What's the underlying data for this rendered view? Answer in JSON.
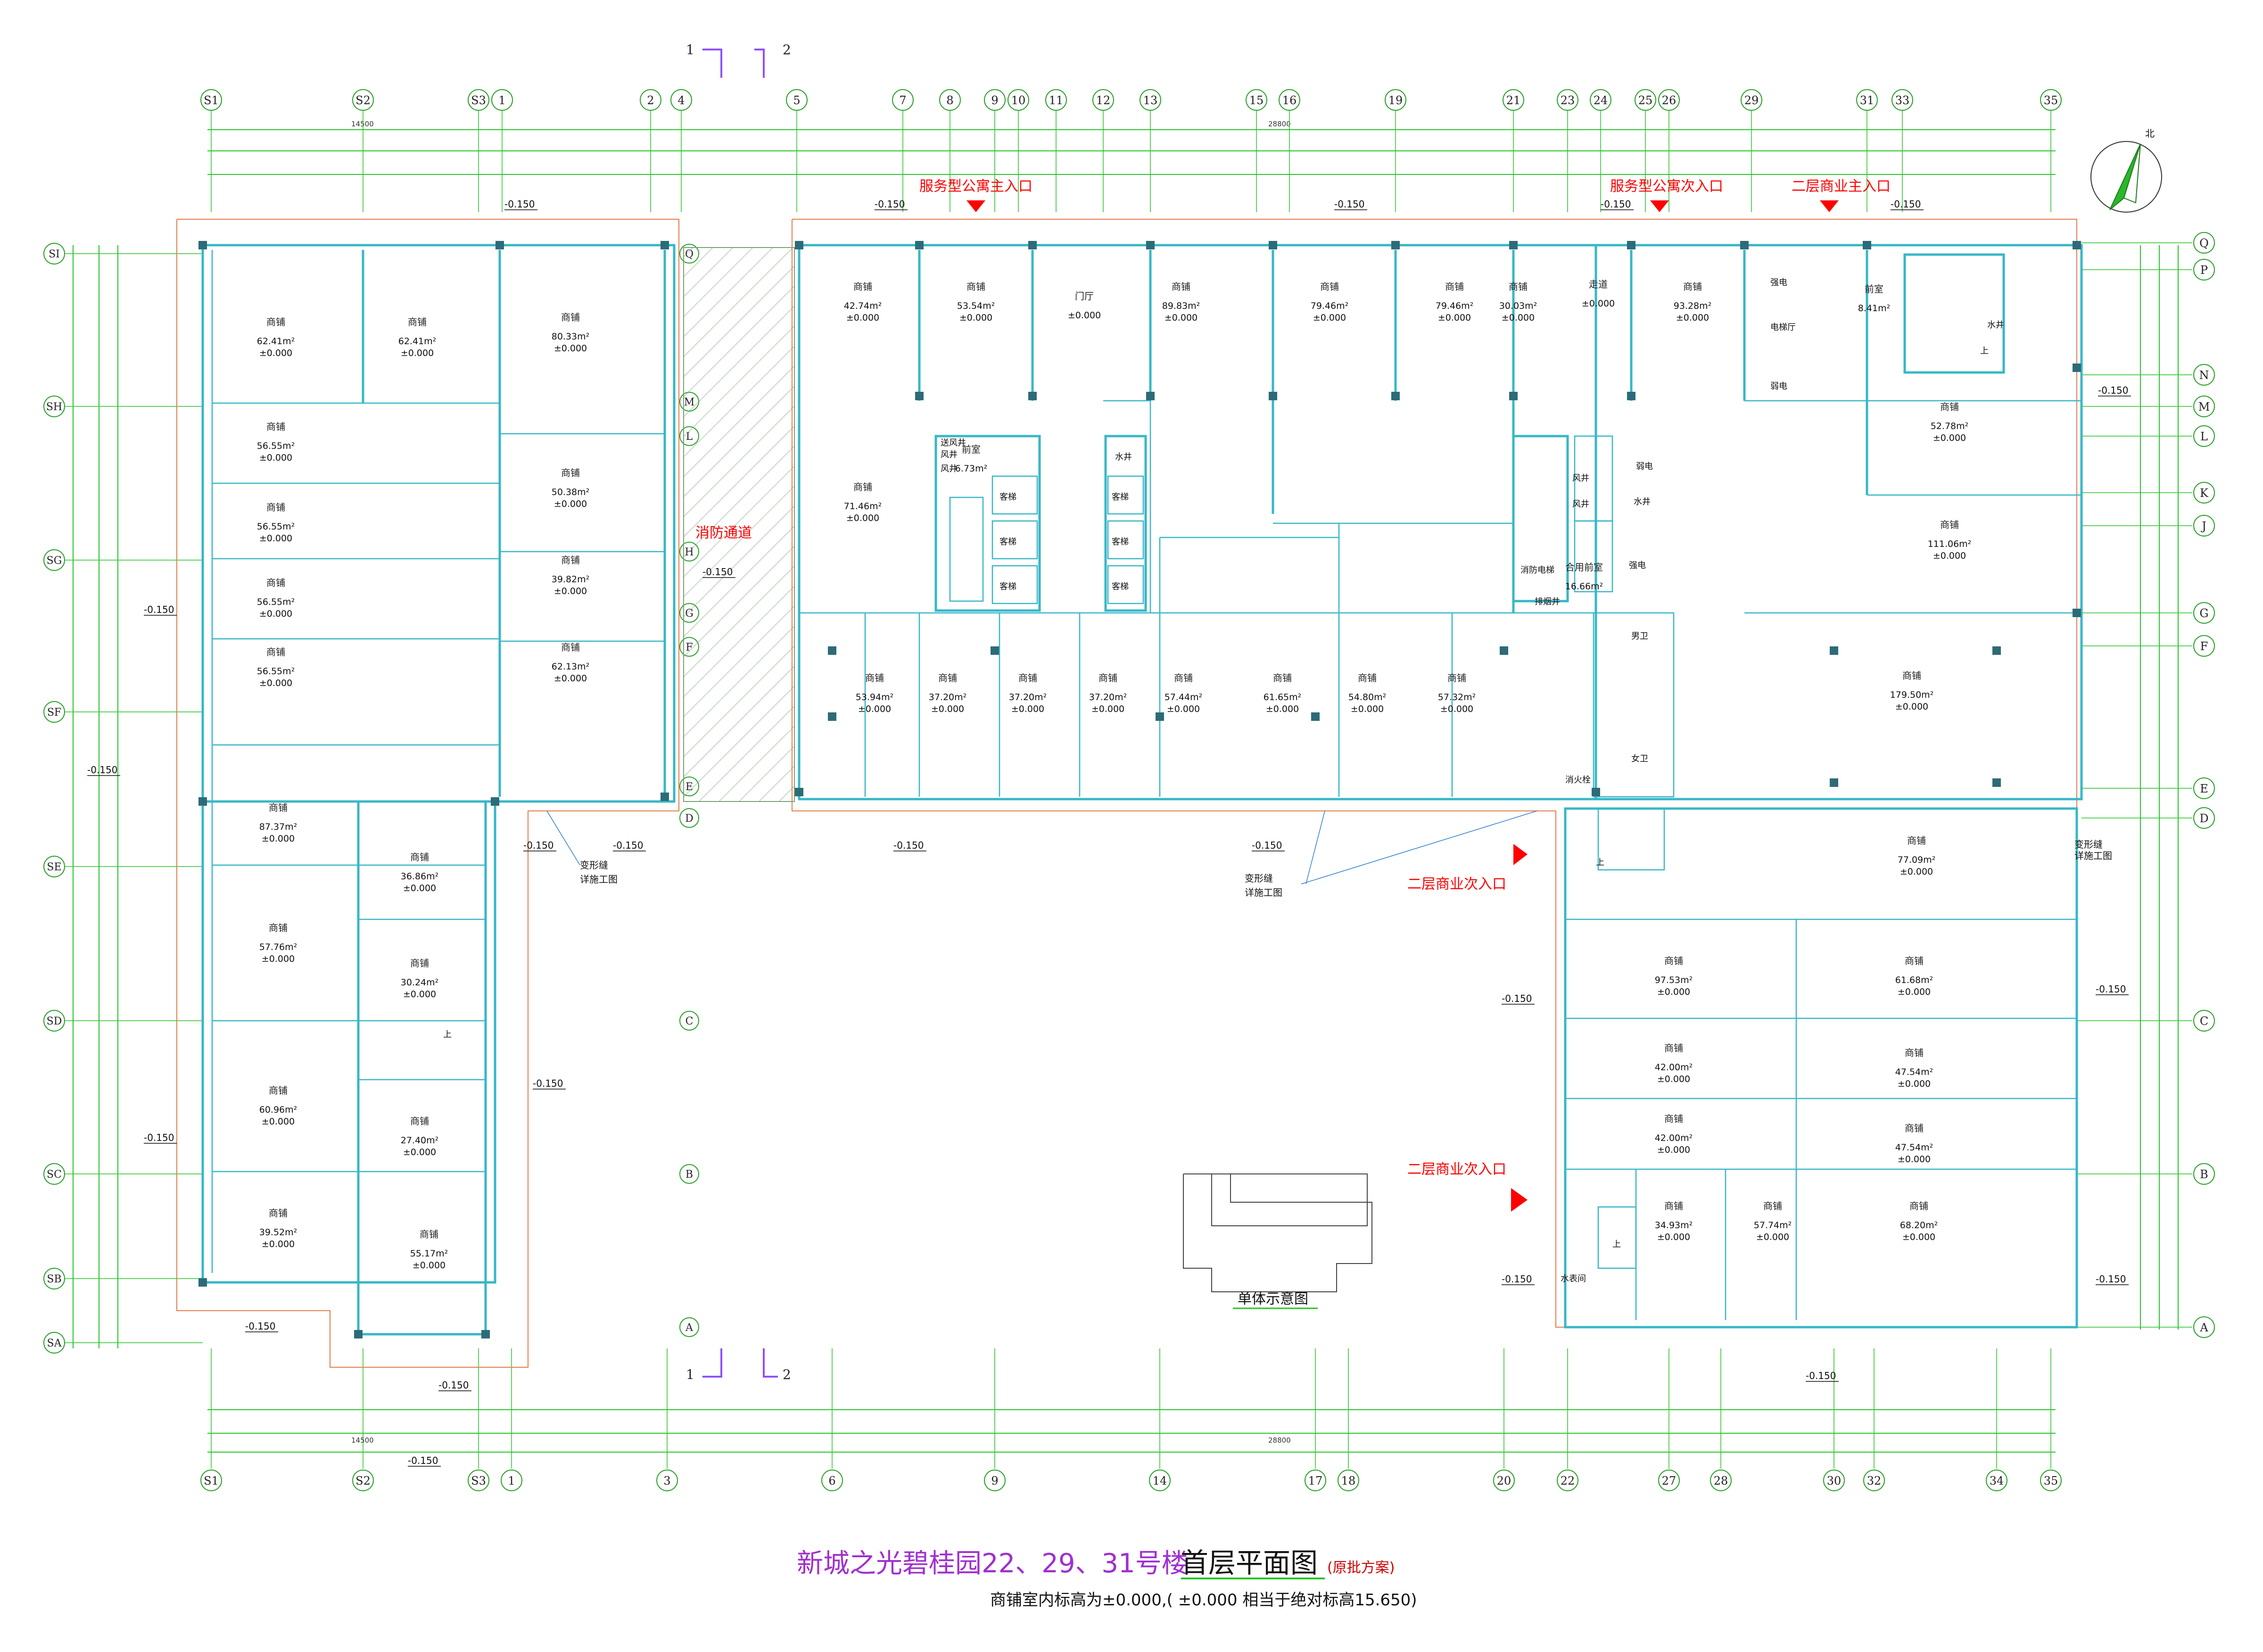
{
  "title": {
    "main": "新城之光碧桂园22、29、31号楼",
    "plan": "首层平面图",
    "note": "(原批方案)",
    "subtitle": "商铺室内标高为±0.000,( ±0.000 相当于绝对标高15.650)"
  },
  "colors": {
    "wall": "#37b7c7",
    "dim": "#29c429",
    "red": "#ff0000",
    "title": "#a030d0",
    "column": "#2d6b78"
  },
  "north_arrow": {
    "label": "北"
  },
  "section_marks": {
    "left": "1",
    "right": "2"
  },
  "axes_top": [
    "S1",
    "S2",
    "S3",
    "1",
    "2",
    "4",
    "5",
    "7",
    "8",
    "9",
    "10",
    "11",
    "12",
    "13",
    "15",
    "16",
    "19",
    "21",
    "23",
    "24",
    "25",
    "26",
    "29",
    "31",
    "33",
    "35"
  ],
  "axes_bottom": [
    "S1",
    "S2",
    "S3",
    "1",
    "3",
    "6",
    "9",
    "14",
    "17",
    "18",
    "20",
    "22",
    "27",
    "28",
    "30",
    "32",
    "34",
    "35"
  ],
  "axes_left": [
    "SI",
    "SH",
    "SG",
    "SF",
    "SE",
    "SD",
    "SC",
    "SB",
    "SA"
  ],
  "axes_right_top": [
    "Q",
    "P",
    "N",
    "M",
    "L",
    "K",
    "J",
    "G",
    "F",
    "E",
    "D"
  ],
  "axes_right_bottom": [
    "C",
    "B",
    "A"
  ],
  "axes_mid": [
    "Q",
    "M",
    "L",
    "H",
    "G",
    "F",
    "E",
    "D",
    "C",
    "B",
    "A"
  ],
  "entrances": {
    "apt_main": "服务型公寓主入口",
    "apt_secondary": "服务型公寓次入口",
    "commerce_main": "二层商业主入口",
    "commerce_secondary_1": "二层商业次入口",
    "commerce_secondary_2": "二层商业次入口",
    "fire_lane": "消防通道"
  },
  "levels": {
    "outer": "-0.150",
    "floor": "±0.000"
  },
  "notes": {
    "joint_1": "变形缝",
    "joint_1b": "详施工图",
    "joint_2": "变形缝",
    "joint_2b": "详施工图",
    "joint_3": "变形缝",
    "joint_3b": "详施工图",
    "schematic": "单体示意图"
  },
  "dims_top": {
    "overall_left": "14500",
    "overall_right": "28800"
  },
  "dims_bottom": {
    "overall_left": "14500",
    "overall_right": "28800"
  },
  "rooms": {
    "r1": {
      "name": "商铺",
      "area": "62.41m²"
    },
    "r2": {
      "name": "商铺",
      "area": "62.41m²"
    },
    "r3": {
      "name": "商铺",
      "area": "80.33m²"
    },
    "r4": {
      "name": "商铺",
      "area": "56.55m²"
    },
    "r5": {
      "name": "商铺",
      "area": "56.55m²"
    },
    "r6": {
      "name": "商铺",
      "area": "56.55m²"
    },
    "r7": {
      "name": "商铺",
      "area": "56.55m²"
    },
    "r8": {
      "name": "商铺",
      "area": "50.38m²"
    },
    "r9": {
      "name": "商铺",
      "area": "39.82m²"
    },
    "r10": {
      "name": "商铺",
      "area": "62.13m²"
    },
    "r11": {
      "name": "商铺",
      "area": "87.37m²"
    },
    "r12": {
      "name": "商铺",
      "area": "36.86m²"
    },
    "r13": {
      "name": "商铺",
      "area": "57.76m²"
    },
    "r14": {
      "name": "商铺",
      "area": "30.24m²"
    },
    "r15": {
      "name": "商铺",
      "area": "60.96m²"
    },
    "r16": {
      "name": "商铺",
      "area": "27.40m²"
    },
    "r17": {
      "name": "商铺",
      "area": "39.52m²"
    },
    "r18": {
      "name": "商铺",
      "area": "55.17m²"
    },
    "r19": {
      "name": "商铺",
      "area": "42.74m²"
    },
    "r20": {
      "name": "商铺",
      "area": "53.54m²"
    },
    "r21": {
      "name": "门厅",
      "area": ""
    },
    "r22": {
      "name": "商铺",
      "area": "89.83m²"
    },
    "r23": {
      "name": "商铺",
      "area": "79.46m²"
    },
    "r24": {
      "name": "商铺",
      "area": "79.46m²"
    },
    "r25": {
      "name": "商铺",
      "area": "30.03m²"
    },
    "r26": {
      "name": "走道",
      "area": ""
    },
    "r27": {
      "name": "商铺",
      "area": "93.28m²"
    },
    "r28": {
      "name": "商铺",
      "area": "71.46m²"
    },
    "r29": {
      "name": "前室",
      "area": "6.73m²"
    },
    "r30": {
      "name": "商铺",
      "area": "53.94m²"
    },
    "r31": {
      "name": "商铺",
      "area": "37.20m²"
    },
    "r32": {
      "name": "商铺",
      "area": "37.20m²"
    },
    "r33": {
      "name": "商铺",
      "area": "37.20m²"
    },
    "r34": {
      "name": "商铺",
      "area": "57.44m²"
    },
    "r35": {
      "name": "商铺",
      "area": "61.65m²"
    },
    "r36": {
      "name": "商铺",
      "area": "54.80m²"
    },
    "r37": {
      "name": "商铺",
      "area": "57.32m²"
    },
    "r38": {
      "name": "合用前室",
      "area": "16.66m²"
    },
    "r39": {
      "name": "商铺",
      "area": "179.50m²"
    },
    "r40": {
      "name": "前室",
      "area": "8.41m²"
    },
    "r41": {
      "name": "商铺",
      "area": "52.78m²"
    },
    "r42": {
      "name": "商铺",
      "area": "111.06m²"
    },
    "r43": {
      "name": "商铺",
      "area": "77.09m²"
    },
    "r44": {
      "name": "商铺",
      "area": "97.53m²"
    },
    "r45": {
      "name": "商铺",
      "area": "61.68m²"
    },
    "r46": {
      "name": "商铺",
      "area": "42.00m²"
    },
    "r47": {
      "name": "商铺",
      "area": "47.54m²"
    },
    "r48": {
      "name": "商铺",
      "area": "42.00m²"
    },
    "r49": {
      "name": "商铺",
      "area": "47.54m²"
    },
    "r50": {
      "name": "商铺",
      "area": "34.93m²"
    },
    "r51": {
      "name": "商铺",
      "area": "57.74m²"
    },
    "r52": {
      "name": "商铺",
      "area": "68.20m²"
    }
  },
  "elements": {
    "lift": "客梯",
    "water_well": "水井",
    "weak": "弱电",
    "strong": "强电",
    "fire_lift": "消防电梯",
    "smoke": "排烟井",
    "smoke_shaft": "风井",
    "vent": "送风井",
    "male_wc": "男卫",
    "female_wc": "女卫",
    "hall": "电梯厅",
    "strong2": "强电",
    "weak2": "弱电",
    "hydrant": "消火栓",
    "water_room": "水表间",
    "up": "上"
  }
}
